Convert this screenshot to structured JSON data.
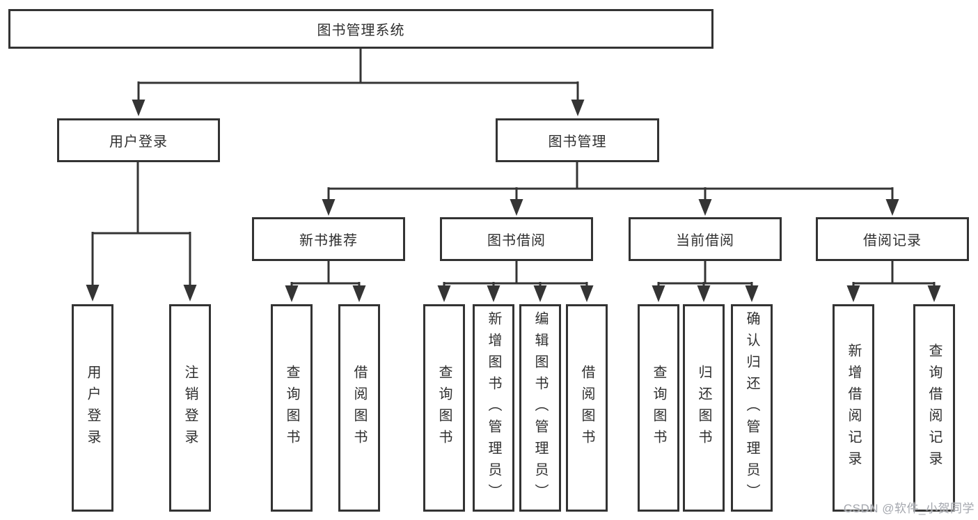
{
  "diagram": {
    "root": "图书管理系统",
    "level2": {
      "user_login": "用户登录",
      "book_mgmt": "图书管理"
    },
    "level3": {
      "new_books": "新书推荐",
      "borrow": "图书借阅",
      "current": "当前借阅",
      "records": "借阅记录"
    },
    "leaves": {
      "login": [
        "用户登录",
        "注销登录"
      ],
      "new_books": [
        "查询图书",
        "借阅图书"
      ],
      "borrow": [
        "查询图书",
        "新增图书（管理员）",
        "编辑图书（管理员）",
        "借阅图书"
      ],
      "current": [
        "查询图书",
        "归还图书",
        "确认归还（管理员）"
      ],
      "records": [
        "新增借阅记录",
        "查询借阅记录"
      ]
    }
  },
  "watermark": "CSDN @软件_小贺同学",
  "colors": {
    "line": "#343434",
    "box_border": "#333333",
    "text": "#2f2f2f",
    "watermark_text": "#a4a7ae",
    "background": "#ffffff"
  }
}
